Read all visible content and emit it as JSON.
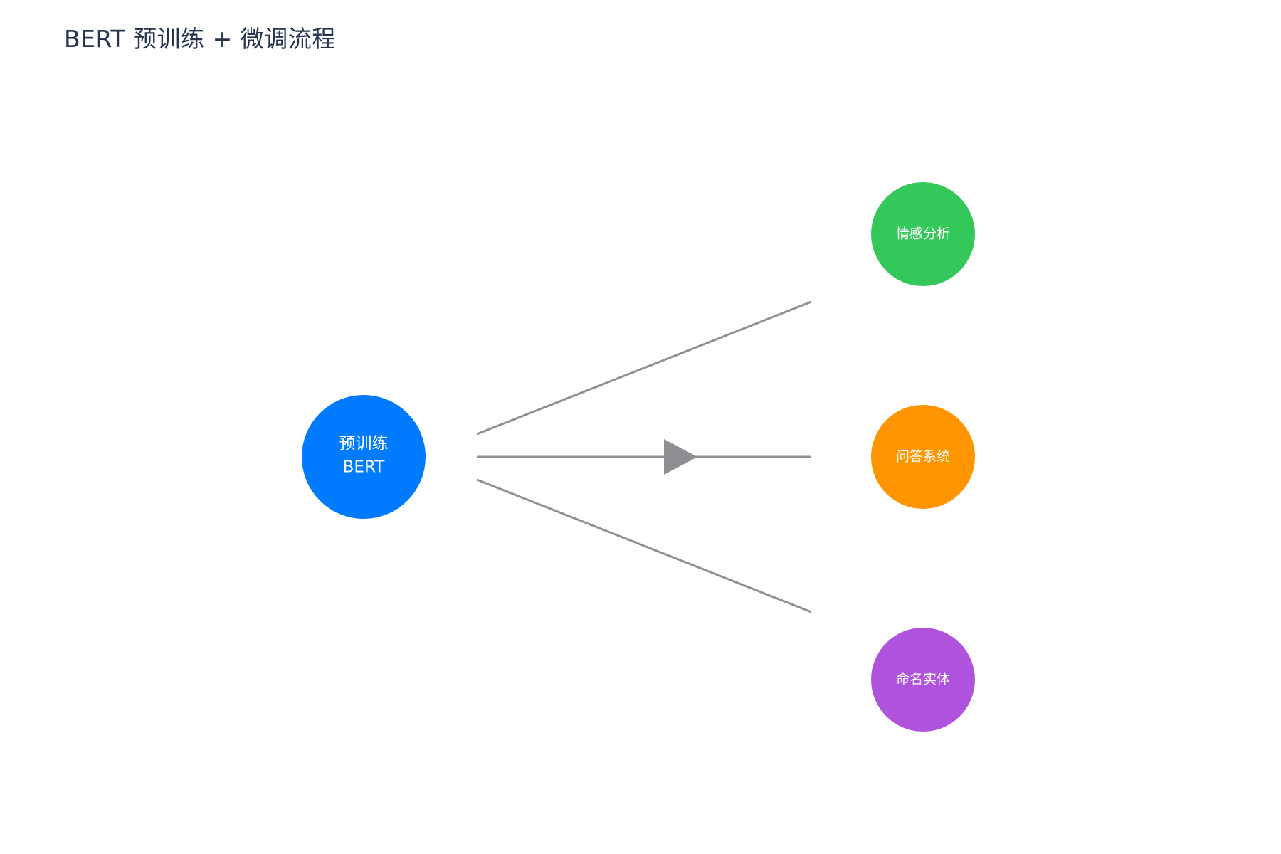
{
  "title": "BERT 预训练 + 微调流程",
  "source_node": {
    "line1": "预训练",
    "line2": "BERT",
    "color": "#007aff"
  },
  "edge_color": "#8e8e93",
  "target_nodes": [
    {
      "label": "情感分析",
      "color": "#34c759"
    },
    {
      "label": "问答系统",
      "color": "#ff9500"
    },
    {
      "label": "命名实体",
      "color": "#af52de"
    }
  ]
}
